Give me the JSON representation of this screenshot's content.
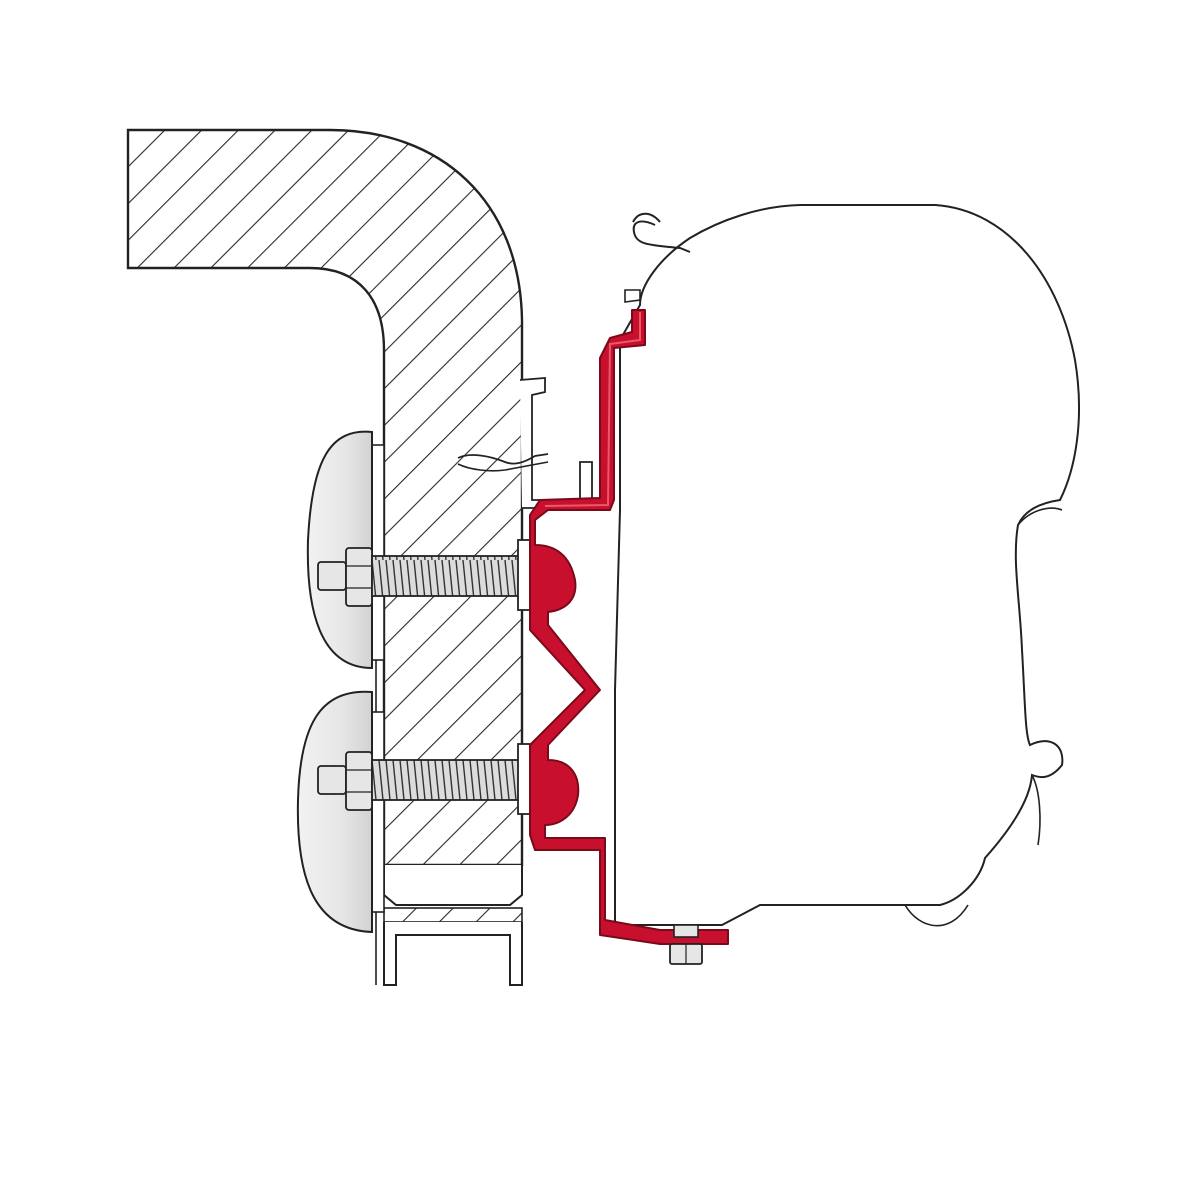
{
  "diagram": {
    "labels": [],
    "colors": {
      "background": "#ffffff",
      "outline": "#222222",
      "hatch": "#2a2a2a",
      "bracket": "#c8102e",
      "bracket_dark": "#7a0a1a",
      "cap_fill": "#ececec",
      "cap_shade": "#d6d6d6",
      "thread_fill": "#dcdcdc"
    },
    "parts": [
      {
        "id": "roof-wall-section",
        "icon": "hatched-cross-section"
      },
      {
        "id": "awning-cassette",
        "icon": "awning-housing"
      },
      {
        "id": "adapter-bracket",
        "icon": "red-z-bracket"
      },
      {
        "id": "upper-bolt",
        "icon": "threaded-bolt"
      },
      {
        "id": "lower-bolt",
        "icon": "threaded-bolt"
      },
      {
        "id": "upper-cover-cap",
        "icon": "plastic-cap"
      },
      {
        "id": "lower-cover-cap",
        "icon": "plastic-cap"
      },
      {
        "id": "awning-rail",
        "icon": "rail-profile"
      },
      {
        "id": "bottom-fixing-nut",
        "icon": "hex-nut"
      }
    ]
  }
}
